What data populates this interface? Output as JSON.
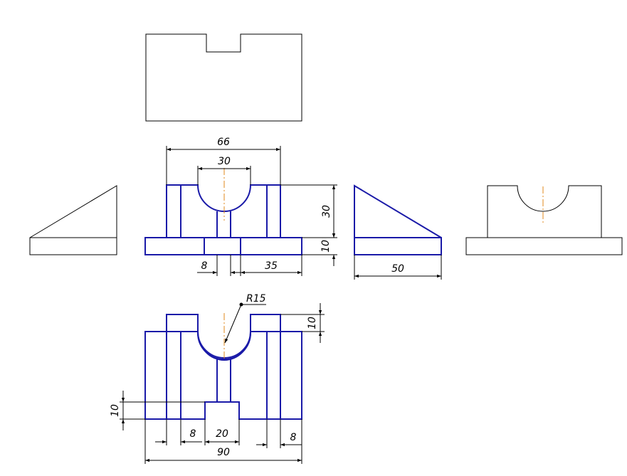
{
  "colors": {
    "background": "#ffffff",
    "visible_edge": "#1a1aa8",
    "thin_line": "#000000",
    "center_line": "#e08a1e"
  },
  "dimensions": {
    "width_66": "66",
    "slot_30": "30",
    "height_30": "30",
    "base_10": "10",
    "rib_8": "8",
    "offset_35": "35",
    "depth_50": "50",
    "radius_r15": "R15",
    "step_10_right": "10",
    "step_10_left": "10",
    "rib_8_left": "8",
    "notch_20": "20",
    "rib_8_right": "8",
    "total_90": "90"
  }
}
